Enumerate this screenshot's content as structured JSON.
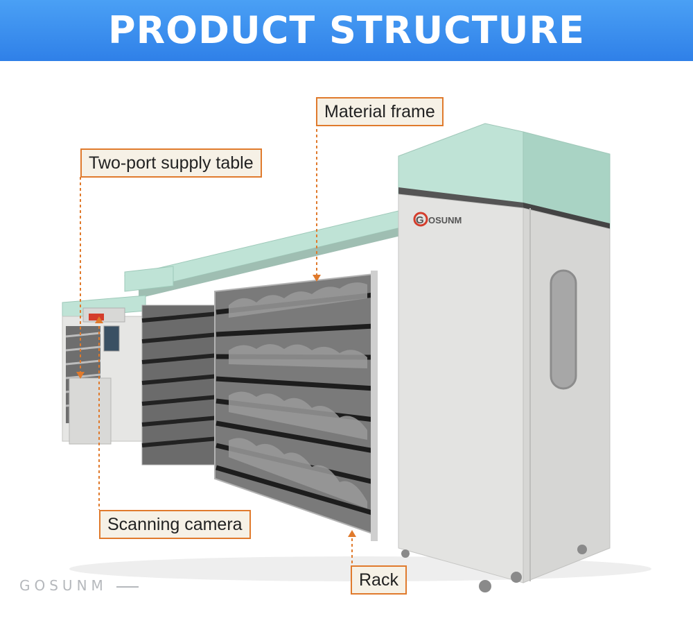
{
  "header": {
    "title": "PRODUCT STRUCTURE"
  },
  "callouts": {
    "material_frame": "Material frame",
    "supply_table": "Two-port supply table",
    "scanning_camera": "Scanning camera",
    "rack": "Rack"
  },
  "brand": {
    "logo_text": "OSUNM",
    "logo_letter": "G",
    "watermark": "GOSUNM"
  },
  "colors": {
    "banner": "#2f80e8",
    "callout_border": "#e07a2c",
    "callout_bg": "#f6f1e6",
    "machine_top": "#bfe3d6",
    "machine_body": "#e3e3e1"
  },
  "icons": [
    "arrow-down-icon",
    "arrow-up-icon"
  ]
}
